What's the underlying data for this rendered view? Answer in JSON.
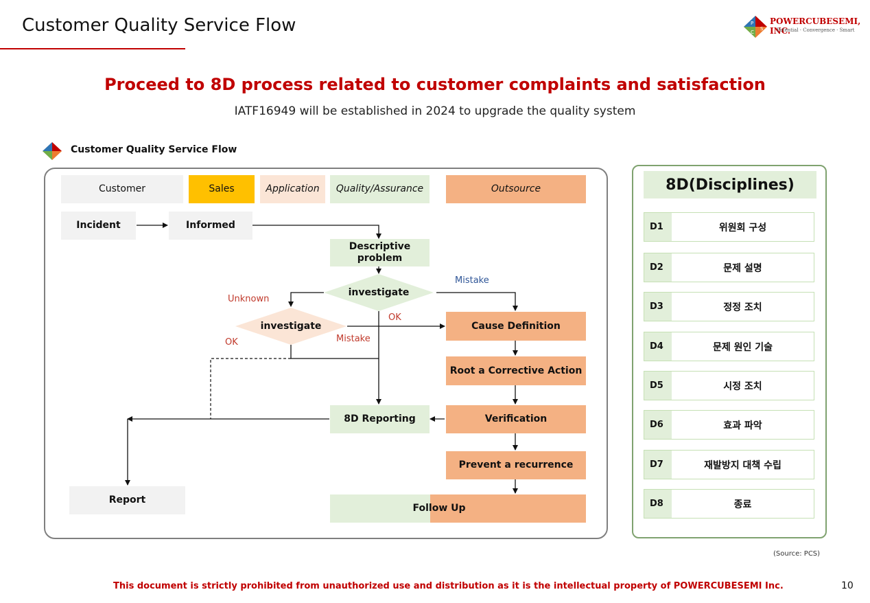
{
  "header": {
    "title": "Customer Quality Service Flow",
    "company": "POWERCUBESEMI, INC.",
    "tagline": "Potential · Convergence · Smart",
    "logo_letters": [
      "P",
      "C",
      "S"
    ]
  },
  "headline": "Proceed to 8D process related to customer complaints and satisfaction",
  "subline": "IATF16949 will be established in 2024 to upgrade the quality system",
  "section_title": "Customer Quality Service Flow",
  "flow": {
    "lanes": {
      "customer": "Customer",
      "sales": "Sales",
      "application": "Application",
      "qa": "Quality/Assurance",
      "outsource": "Outsource"
    },
    "nodes": {
      "incident": "Incident",
      "informed": "Informed",
      "descriptive": "Descriptive problem",
      "investigate_qa": "investigate",
      "investigate_app": "investigate",
      "cause": "Cause Definition",
      "root": "Root a Corrective Action",
      "verification": "Verification",
      "reporting": "8D Reporting",
      "prevent": "Prevent a recurrence",
      "followup": "Follow Up",
      "report": "Report"
    },
    "edge_labels": {
      "mistake_top": "Mistake",
      "unknown": "Unknown",
      "ok_right": "OK",
      "ok_left": "OK",
      "mistake_low": "Mistake"
    }
  },
  "disciplines": {
    "title": "8D(Disciplines)",
    "items": [
      {
        "code": "D1",
        "text": "위원회 구성"
      },
      {
        "code": "D2",
        "text": "문제 설명"
      },
      {
        "code": "D3",
        "text": "정정 조치"
      },
      {
        "code": "D4",
        "text": "문제 원인 기술"
      },
      {
        "code": "D5",
        "text": "시정 조치"
      },
      {
        "code": "D6",
        "text": "효과 파악"
      },
      {
        "code": "D7",
        "text": "재발방지 대책 수립"
      },
      {
        "code": "D8",
        "text": "종료"
      }
    ]
  },
  "source": "(Source: PCS)",
  "footer": "This document is strictly prohibited from unauthorized use and distribution as it is the intellectual property of POWERCUBESEMI Inc.",
  "page_number": "10",
  "colors": {
    "accent_red": "#c00000",
    "sales_yellow": "#ffc000",
    "application_peach": "#fbe5d6",
    "qa_green": "#e2efda",
    "outsource_orange": "#f4b183"
  }
}
